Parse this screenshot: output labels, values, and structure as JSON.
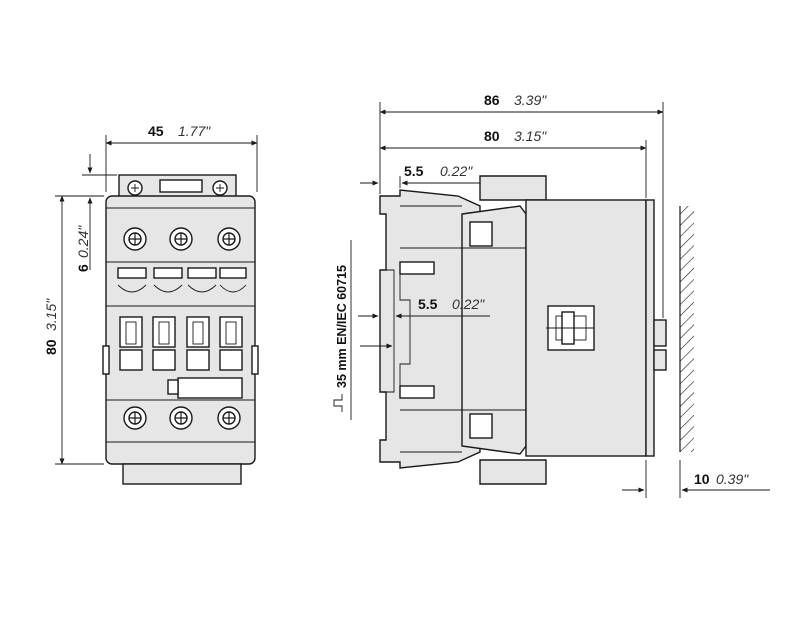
{
  "dimensions": {
    "front_width": {
      "mm": "45",
      "in": "1.77\""
    },
    "front_height": {
      "mm": "80",
      "in": "3.15\""
    },
    "front_top_offset": {
      "mm": "6",
      "in": "0.24\""
    },
    "side_total": {
      "mm": "86",
      "in": "3.39\""
    },
    "side_body": {
      "mm": "80",
      "in": "3.15\""
    },
    "side_top_step": {
      "mm": "5.5",
      "in": "0.22\""
    },
    "side_mid_step": {
      "mm": "5.5",
      "in": "0.22\""
    },
    "wall_clearance": {
      "mm": "10",
      "in": "0.39\""
    }
  },
  "rail_label": "35 mm EN/IEC 60715"
}
